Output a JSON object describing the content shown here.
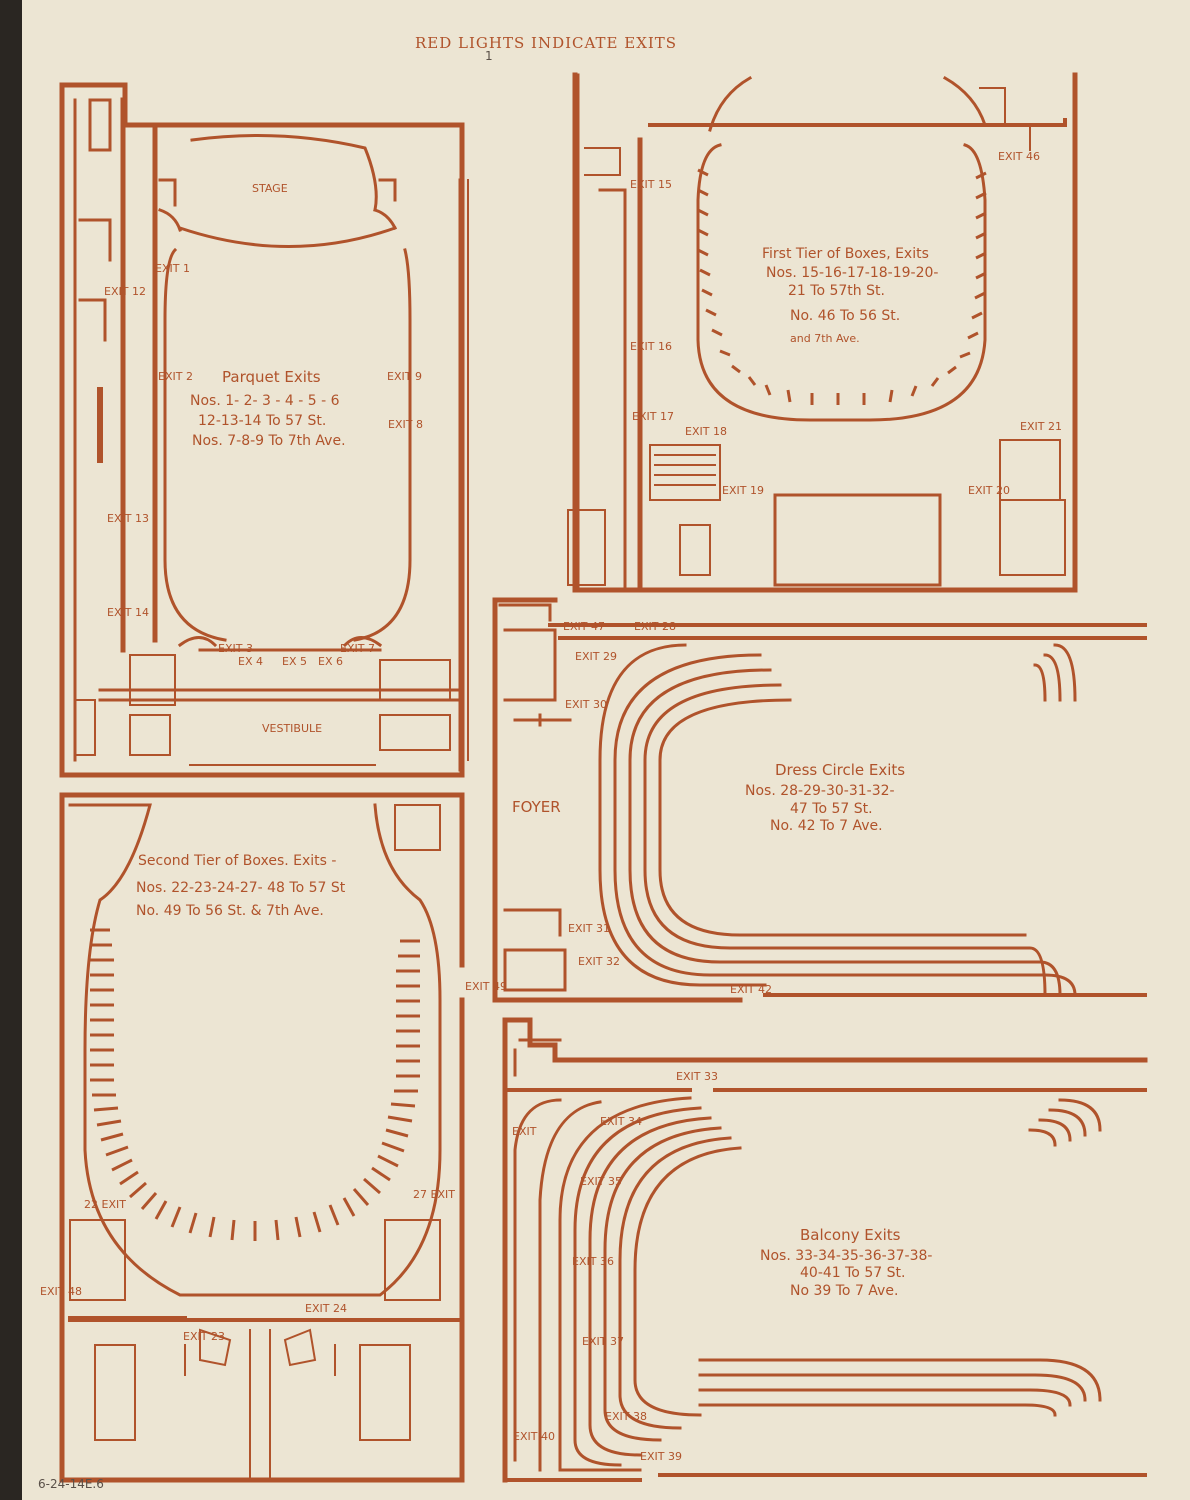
{
  "header": "RED LIGHTS INDICATE EXITS",
  "header_mark": "1",
  "catalog_note": "6-24-14E.6",
  "colors": {
    "ink": "#b0532b",
    "paper": "#ece5d3"
  },
  "parquet": {
    "stage": "STAGE",
    "vestibule": "VESTIBULE",
    "title": "Parquet Exits",
    "line1": "Nos. 1- 2- 3 - 4 - 5 - 6",
    "line2": "12-13-14 To 57 St.",
    "line3": "Nos. 7-8-9 To 7th Ave.",
    "exits": [
      "EXIT 1",
      "EXIT 2",
      "EXIT 3",
      "EX 4",
      "EX 5",
      "EX 6",
      "EXIT 7",
      "EXIT 8",
      "EXIT 9",
      "EXIT 12",
      "EXIT 13",
      "EXIT 14"
    ]
  },
  "first_tier": {
    "line1": "First Tier of Boxes, Exits",
    "line2": "Nos. 15-16-17-18-19-20-",
    "line3": "21 To 57th St.",
    "line4": "No. 46 To 56 St.",
    "line5": "and 7th Ave.",
    "exits": [
      "EXIT 15",
      "EXIT 16",
      "EXIT 17",
      "EXIT 18",
      "EXIT 19",
      "EXIT 20",
      "EXIT 21",
      "EXIT 46"
    ]
  },
  "second_tier": {
    "line1": "Second Tier of Boxes. Exits -",
    "line2": "Nos. 22-23-24-27- 48 To 57 St",
    "line3": "No. 49 To 56 St. & 7th Ave.",
    "exits": [
      "22 EXIT",
      "EXIT 23",
      "EXIT 24",
      "27 EXIT",
      "EXIT 48",
      "EXIT 49"
    ]
  },
  "dress_circle": {
    "foyer": "FOYER",
    "line1": "Dress Circle Exits",
    "line2": "Nos. 28-29-30-31-32-",
    "line3": "47 To 57 St.",
    "line4": "No. 42 To 7 Ave.",
    "exits": [
      "EXIT 28",
      "EXIT 29",
      "EXIT 30",
      "EXIT 31",
      "EXIT 32",
      "EXIT 42",
      "EXIT 47"
    ]
  },
  "balcony": {
    "line1": "Balcony Exits",
    "line2": "Nos. 33-34-35-36-37-38-",
    "line3": "40-41 To 57 St.",
    "line4": "No 39 To 7 Ave.",
    "exits": [
      "EXIT 33",
      "EXIT 34",
      "EXIT 35",
      "EXIT 36",
      "EXIT 37",
      "EXIT 38",
      "EXIT 39",
      "EXIT 40",
      "EXIT"
    ]
  }
}
